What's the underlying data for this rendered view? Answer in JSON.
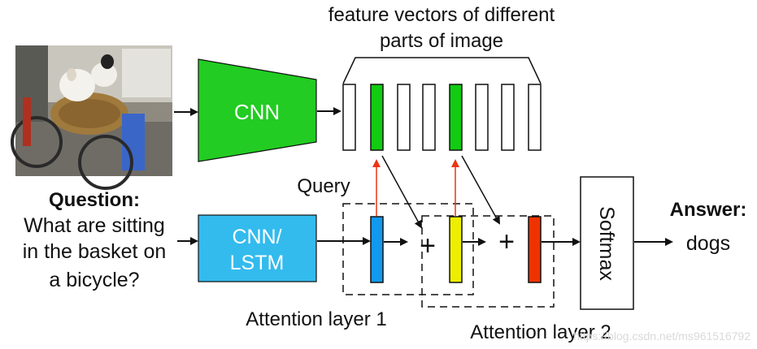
{
  "feature_title": [
    "feature vectors of different",
    "parts of image"
  ],
  "cnn_label": "CNN",
  "text_encoder_label": [
    "CNN/",
    "LSTM"
  ],
  "query_label": "Query",
  "question": {
    "heading": "Question:",
    "lines": [
      "What are sitting",
      "in the basket on",
      "a bicycle?"
    ]
  },
  "attention_1_label": "Attention layer 1",
  "attention_2_label": "Attention layer 2",
  "plus_sign": "+",
  "softmax_label": "Softmax",
  "answer": {
    "heading": "Answer:",
    "value": "dogs"
  },
  "watermark": "https://blog.csdn.net/ms961516792",
  "colors": {
    "cnn": "#22cc22",
    "text_encoder": "#33bbee",
    "feature_highlight": "#11cc11",
    "query_1": "#1199ee",
    "query_2": "#eeee00",
    "query_final": "#ee3300",
    "query_arrow": "#ee3311"
  }
}
